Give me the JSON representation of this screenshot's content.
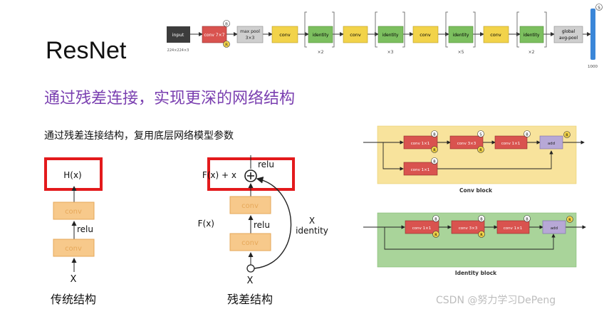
{
  "title": "ResNet",
  "subtitle": "通过残差连接，实现更深的网络结构",
  "description": "通过残差连接结构，复用底层网络模型参数",
  "watermark": "CSDN @努力学习DePeng",
  "pipeline": {
    "input": "input",
    "input_size": "224×224×3",
    "conv77": "conv 7×7",
    "maxpool_l1": "max pool",
    "maxpool_l2": "3×3",
    "conv": "conv",
    "identity": "identity",
    "repeats": [
      "×2",
      "×3",
      "×5",
      "×2"
    ],
    "global_l1": "global",
    "global_l2": "avg-pool",
    "output": "1000",
    "b": "B",
    "r": "R",
    "s": "S"
  },
  "traditional": {
    "caption": "传统结构",
    "output": "H(x)",
    "conv": "conv",
    "relu": "relu",
    "input": "X"
  },
  "residual": {
    "caption": "残差结构",
    "output": "F(x) + x",
    "relu_top": "relu",
    "conv": "conv",
    "relu_mid": "relu",
    "fx": "F(x)",
    "x": "X",
    "identity": "identity",
    "input": "X"
  },
  "conv_block": {
    "caption": "Conv block",
    "conv11": "conv 1×1",
    "conv33": "conv 3×3",
    "add": "add",
    "b": "B",
    "r": "R",
    "s": "S",
    "colors": {
      "background": "#f8e39c",
      "conv": "#d9534f",
      "add": "#b7a8d6"
    }
  },
  "identity_block": {
    "caption": "Identity block",
    "conv11": "conv 1×1",
    "conv33": "conv 3×3",
    "add": "add",
    "b": "B",
    "r": "R",
    "s": "S",
    "colors": {
      "background": "#a9d49a",
      "conv": "#d9534f",
      "add": "#b7a8d6"
    }
  },
  "colors": {
    "subtitle": "#7a3fb0",
    "highlight": "#e31a1c",
    "conv_box": "#f7c98b",
    "conv_yellow": "#f2d34a",
    "identity_green": "#7cbf5f",
    "conv77_red": "#d9534f",
    "input_dark": "#3c3c3c",
    "output_blue": "#3a86d8",
    "watermark": "#bdbdbd"
  }
}
